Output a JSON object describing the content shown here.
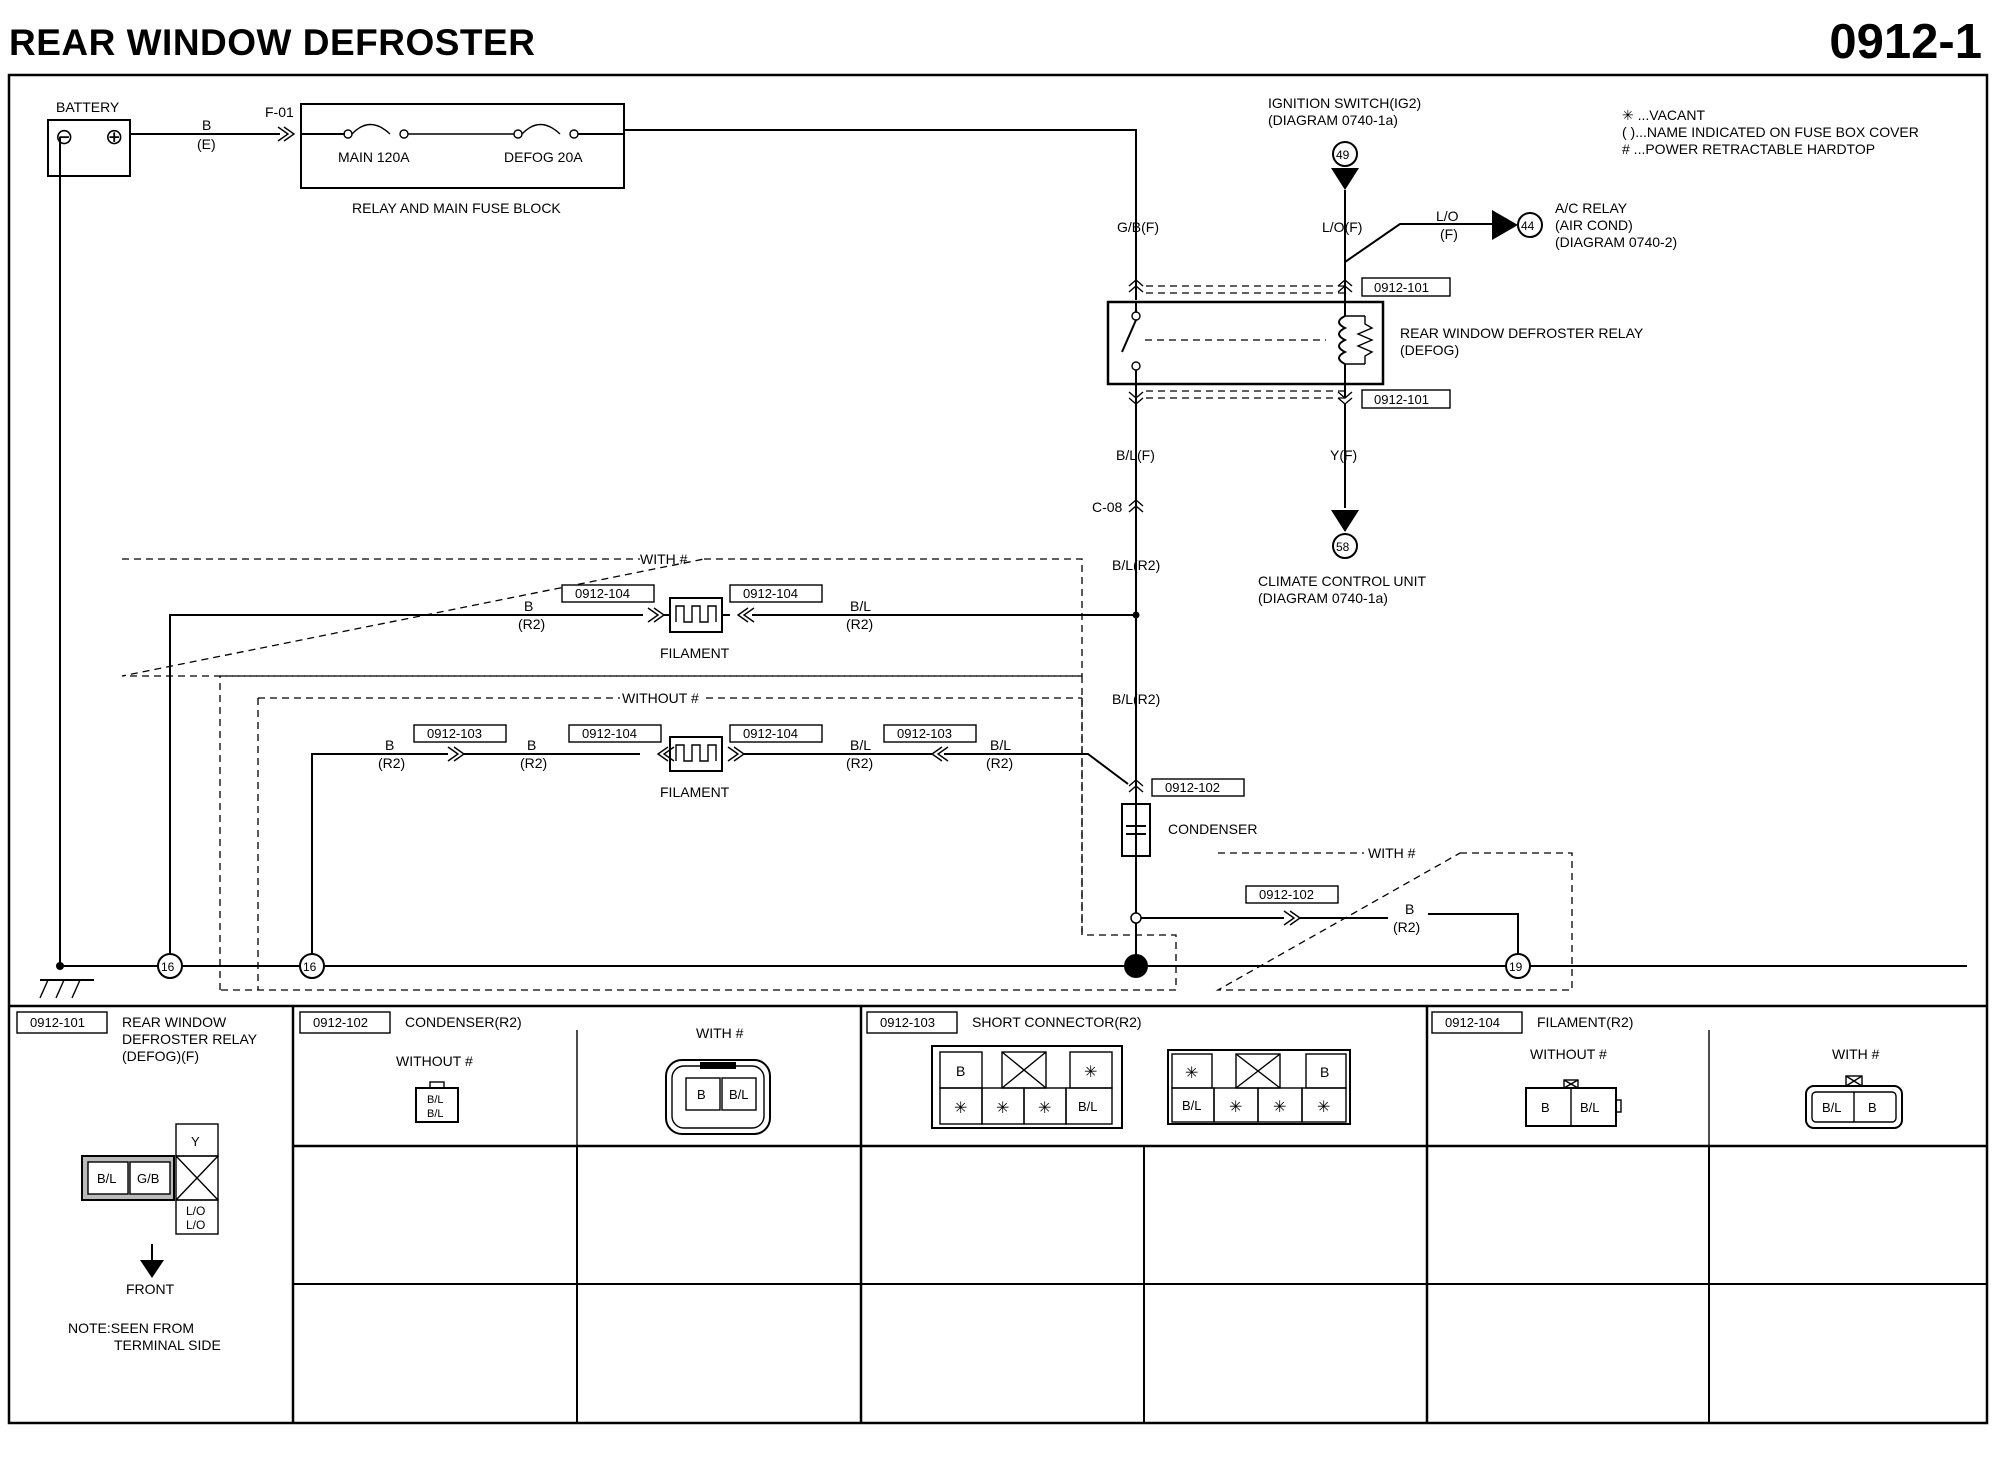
{
  "header": {
    "title": "REAR WINDOW DEFROSTER",
    "page_number": "0912-1"
  },
  "legend": {
    "vacant": "✳ ...VACANT",
    "fuse_name": "( )...NAME INDICATED ON FUSE BOX COVER",
    "hardtop": "# ...POWER RETRACTABLE HARDTOP"
  },
  "battery": {
    "label": "BATTERY",
    "wire": "B",
    "wire_sub": "(E)"
  },
  "fuse_block": {
    "connector": "F-01",
    "main": "MAIN 120A",
    "defog": "DEFOG 20A",
    "label": "RELAY AND MAIN FUSE BLOCK"
  },
  "ignition": {
    "label": "IGNITION SWITCH(IG2)",
    "diagram": "(DIAGRAM 0740-1a)",
    "pin": "49",
    "wire": "L/O(F)"
  },
  "ac_relay": {
    "wire": "L/O",
    "wire_sub": "(F)",
    "pin": "44",
    "label": "A/C RELAY",
    "sub": "(AIR COND)",
    "diagram": "(DIAGRAM 0740-2)"
  },
  "relay": {
    "wire_in": "G/B(F)",
    "tag_top": "0912-101",
    "tag_bottom": "0912-101",
    "label": "REAR WINDOW DEFROSTER RELAY",
    "sub": "(DEFOG)",
    "wire_out_left": "B/L(F)",
    "wire_out_right": "Y(F)"
  },
  "climate": {
    "pin": "58",
    "label": "CLIMATE CONTROL UNIT",
    "diagram": "(DIAGRAM 0740-1a)"
  },
  "junction": {
    "connector": "C-08",
    "wire_a": "B/L(R2)",
    "wire_b": "B/L(R2)"
  },
  "with_block": {
    "title": "WITH #",
    "wire_left": "B",
    "wire_left_sub": "(R2)",
    "tag_left": "0912-104",
    "tag_right": "0912-104",
    "wire_right": "B/L",
    "wire_right_sub": "(R2)",
    "component": "FILAMENT"
  },
  "without_block": {
    "title": "WITHOUT #",
    "w1": "B",
    "w1s": "(R2)",
    "tag1": "0912-103",
    "w2": "B",
    "w2s": "(R2)",
    "tag2": "0912-104",
    "tag3": "0912-104",
    "w3": "B/L",
    "w3s": "(R2)",
    "tag4": "0912-103",
    "w4": "B/L",
    "w4s": "(R2)",
    "component": "FILAMENT"
  },
  "condenser": {
    "tag": "0912-102",
    "label": "CONDENSER"
  },
  "with_ground": {
    "title": "WITH #",
    "tag": "0912-102",
    "wire": "B",
    "wire_sub": "(R2)",
    "pin": "19"
  },
  "grounds": {
    "g1": "16",
    "g2": "16"
  },
  "conn101": {
    "code": "0912-101",
    "name1": "REAR WINDOW",
    "name2": "DEFROSTER RELAY",
    "name3": "(DEFOG)(F)",
    "pins": {
      "a": "B/L",
      "b": "G/B",
      "c": "Y",
      "d": "L/O",
      "e": "L/O"
    },
    "front": "FRONT",
    "note1": "NOTE:SEEN FROM",
    "note2": "TERMINAL SIDE"
  },
  "conn102": {
    "code": "0912-102",
    "name": "CONDENSER(R2)",
    "without": "WITHOUT #",
    "with": "WITH #",
    "p1": "B/L",
    "p2": "B/L",
    "p3": "B",
    "p4": "B/L"
  },
  "conn103": {
    "code": "0912-103",
    "name": "SHORT CONNECTOR(R2)",
    "a": [
      "B",
      "✳",
      "✳",
      "✳",
      "✳",
      "B/L"
    ],
    "b": [
      "✳",
      "B",
      "B/L",
      "✳",
      "✳",
      "✳"
    ]
  },
  "conn104": {
    "code": "0912-104",
    "name": "FILAMENT(R2)",
    "without": "WITHOUT #",
    "with": "WITH #",
    "p1": "B",
    "p2": "B/L",
    "p3": "B/L",
    "p4": "B"
  }
}
